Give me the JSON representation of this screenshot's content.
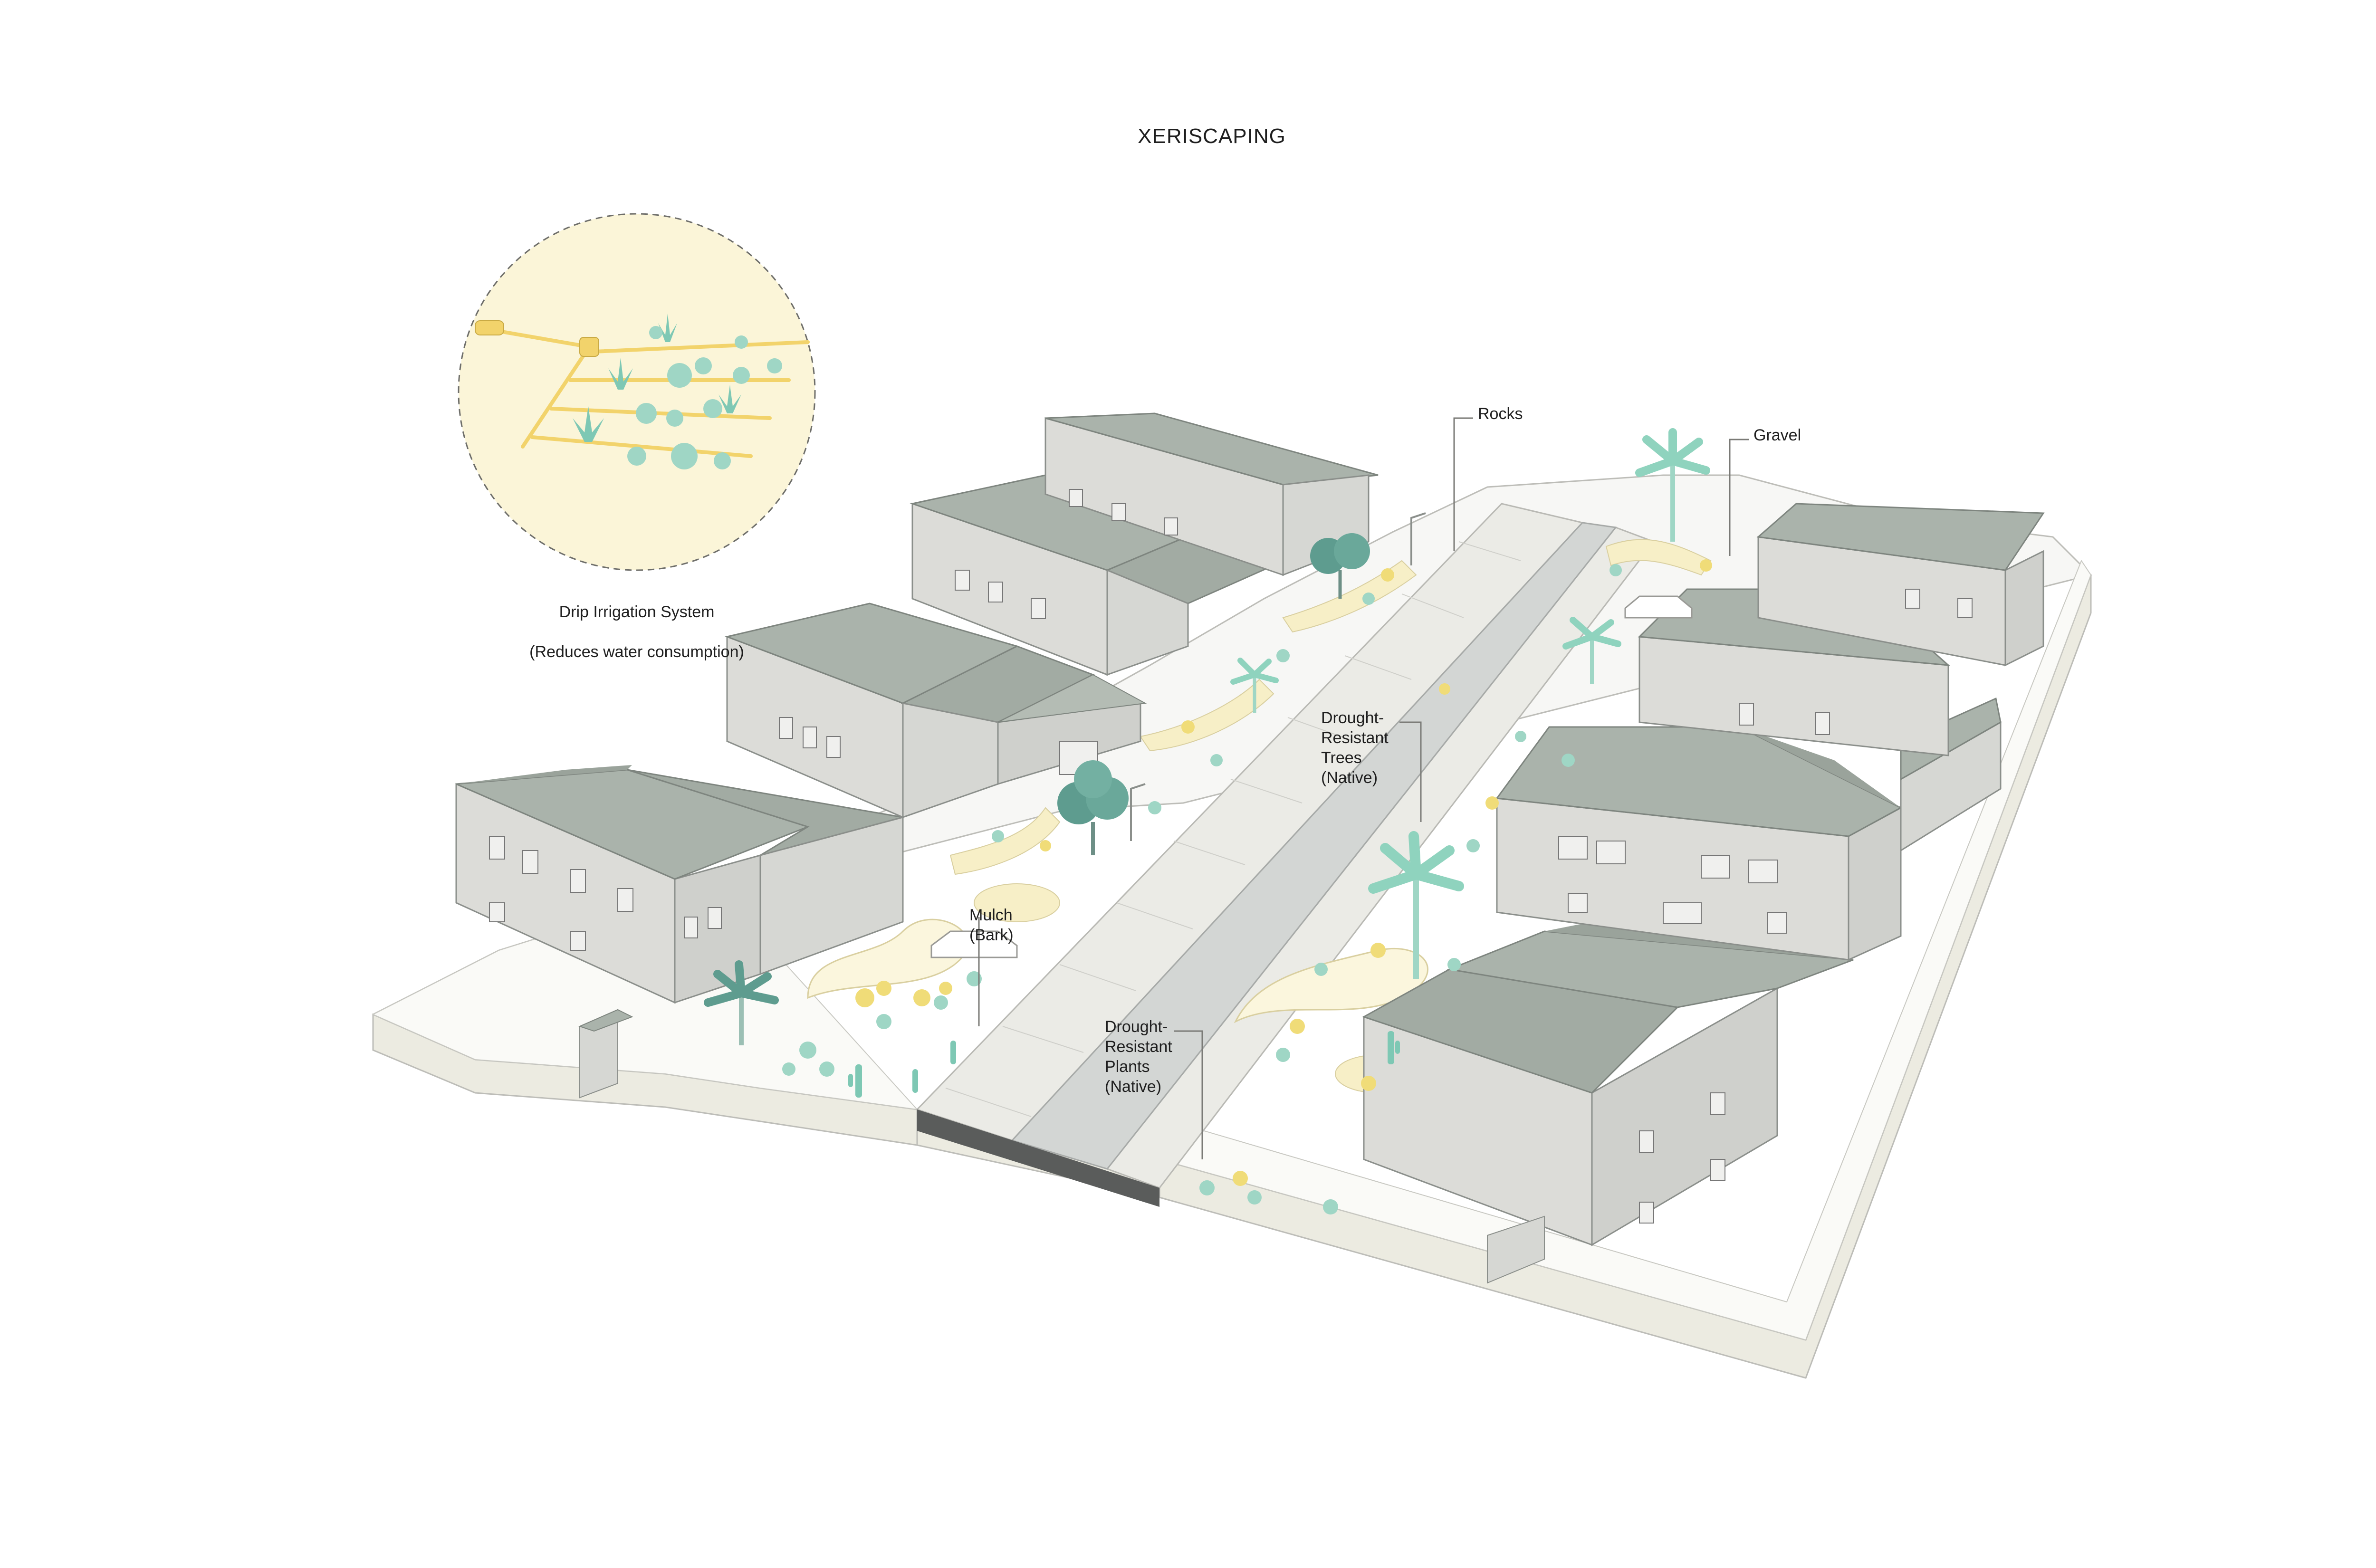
{
  "title": "XERISCAPING",
  "inset": {
    "caption_line1": "Drip Irrigation System",
    "caption_line2": "(Reduces water consumption)"
  },
  "callouts": {
    "rocks": "Rocks",
    "gravel": "Gravel",
    "trees": "Drought-\nResistant\nTrees\n(Native)",
    "mulch": "Mulch\n(Bark)",
    "plants": "Drought-\nResistant\nPlants\n(Native)"
  },
  "colors": {
    "roof": "#aab3ab",
    "wall": "#dcdcd8",
    "road": "#d3d6d4",
    "sidewalk": "#e8e8e4",
    "base_side": "#ecebe1",
    "plant": "#7ec8b4",
    "tree_dark": "#5e9c8f",
    "rock_yellow": "#f0dc78",
    "inset_fill": "#fbf5d8",
    "pipe": "#f2d36b"
  }
}
